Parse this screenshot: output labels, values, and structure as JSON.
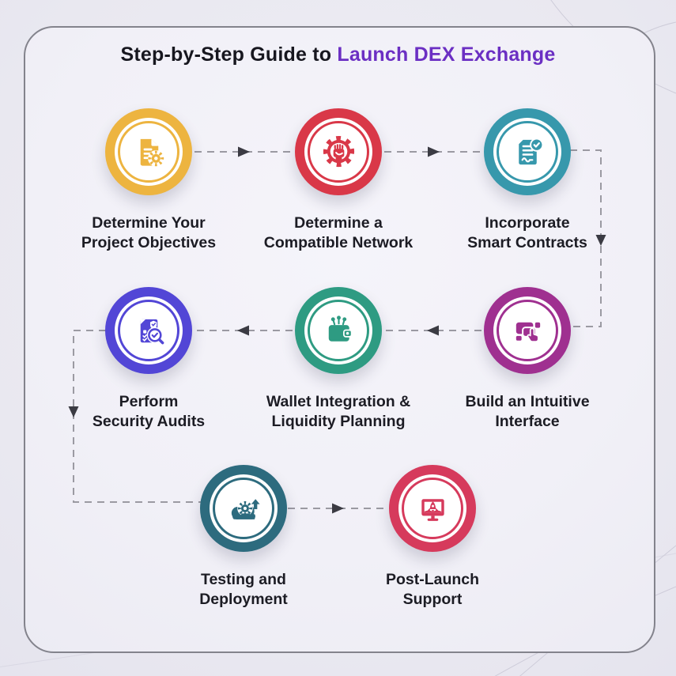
{
  "title": {
    "prefix": "Step-by-Step Guide to ",
    "highlight": "Launch DEX Exchange",
    "prefix_color": "#17171f",
    "highlight_color": "#6b2fc3"
  },
  "steps": [
    {
      "label": "Determine Your\nProject Objectives",
      "color": "#edb440",
      "icon": "document-gear-icon"
    },
    {
      "label": "Determine a\nCompatible Network",
      "color": "#d93848",
      "icon": "gear-fist-icon"
    },
    {
      "label": "Incorporate\nSmart Contracts",
      "color": "#3798ac",
      "icon": "contract-check-icon"
    },
    {
      "label": "Build an Intuitive\nInterface",
      "color": "#9f3090",
      "icon": "interface-touch-icon"
    },
    {
      "label": "Wallet Integration &\nLiquidity Planning",
      "color": "#2e9b82",
      "icon": "wallet-coins-icon"
    },
    {
      "label": "Perform\nSecurity Audits",
      "color": "#5246d6",
      "icon": "security-audit-icon"
    },
    {
      "label": "Testing and\nDeployment",
      "color": "#2d6b7e",
      "icon": "cloud-deploy-icon"
    },
    {
      "label": "Post-Launch\nSupport",
      "color": "#d63a5c",
      "icon": "monitor-rocket-icon"
    }
  ],
  "connector_style": {
    "dash_color": "#9b9aa2",
    "arrowhead_color": "#3b3b43"
  },
  "decor": {
    "sparkle_color": "#8d75de",
    "arc_color": "#c9c7d5"
  }
}
